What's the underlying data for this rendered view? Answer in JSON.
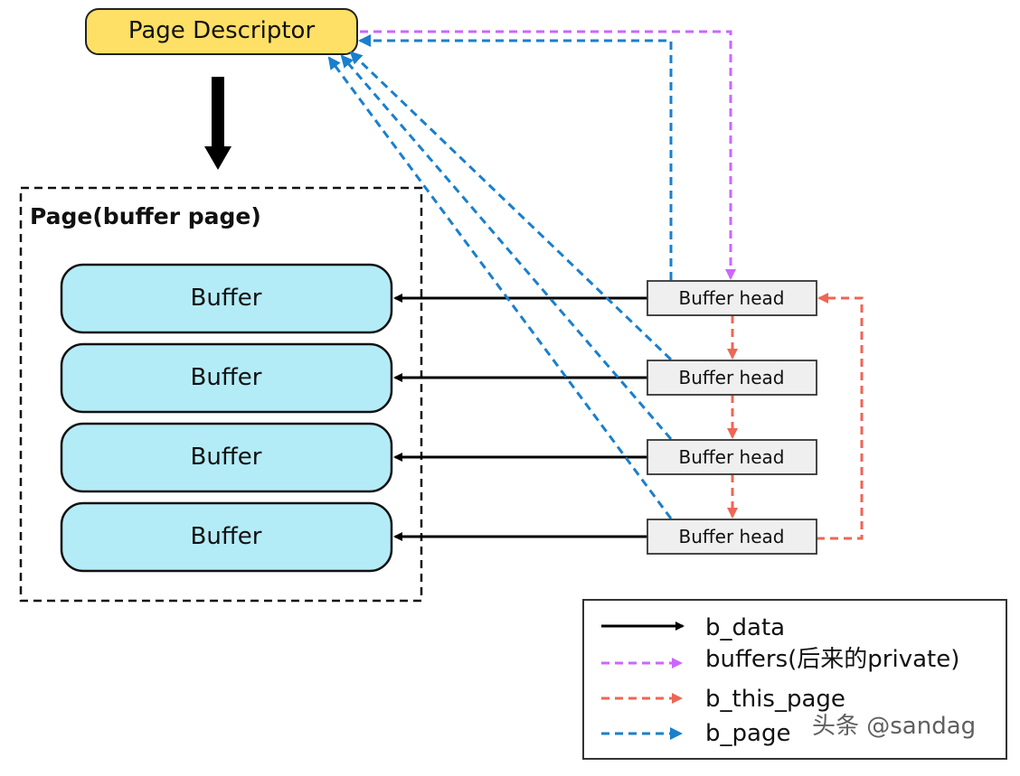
{
  "page_descriptor": {
    "label": "Page Descriptor"
  },
  "page_box": {
    "title": "Page(buffer page)"
  },
  "buffers": [
    {
      "label": "Buffer"
    },
    {
      "label": "Buffer"
    },
    {
      "label": "Buffer"
    },
    {
      "label": "Buffer"
    }
  ],
  "buffer_heads": [
    {
      "label": "Buffer head"
    },
    {
      "label": "Buffer head"
    },
    {
      "label": "Buffer head"
    },
    {
      "label": "Buffer head"
    }
  ],
  "legend": {
    "items": [
      {
        "label": "b_data",
        "color": "#000000",
        "style": "solid"
      },
      {
        "label": "buffers(后来的private)",
        "color": "#cc66ff",
        "style": "dashed"
      },
      {
        "label": "b_this_page",
        "color": "#ee6655",
        "style": "dashed"
      },
      {
        "label": "b_page",
        "color": "#1a7fcc",
        "style": "dashed"
      }
    ]
  },
  "watermark": "头条 @sandag",
  "colors": {
    "descriptor_fill": "#ffe066",
    "buffer_fill": "#b3ecf7",
    "head_fill": "#efefef"
  }
}
